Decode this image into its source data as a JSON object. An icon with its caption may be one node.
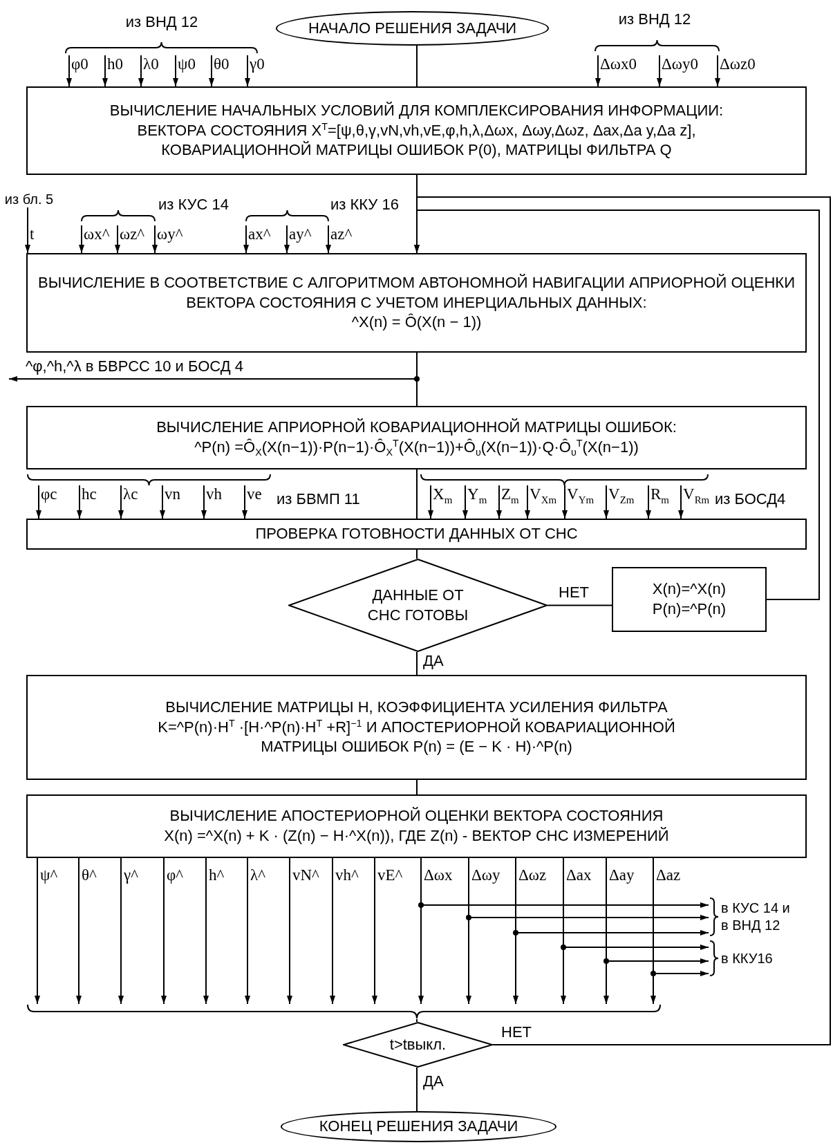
{
  "diagram": {
    "nodes": [
      {
        "text": [
          "НАЧАЛО РЕШЕНИЯ ЗАДАЧИ"
        ]
      },
      {
        "text": [
          "ВЫЧИСЛЕНИЕ НАЧАЛЬНЫХ УСЛОВИЙ ДЛЯ КОМПЛЕКСИРОВАНИЯ ИНФОРМАЦИИ:",
          "ВЕКТОРА СОСТОЯНИЯ X$^{T}$=[ψ,θ,γ,vN,vh,vE,φ,h,λ,Δωx, Δωy,Δωz, Δax,Δa y,Δa z],",
          "КОВАРИАЦИОННОЙ МАТРИЦЫ ОШИБОК P(0), МАТРИЦЫ ФИЛЬТРА Q"
        ]
      },
      {
        "text": [
          "ВЫЧИСЛЕНИЕ В СООТВЕТСТВИЕ С АЛГОРИТМОМ АВТОНОМНОЙ НАВИГАЦИИ АПРИОРНОЙ ОЦЕНКИ ВЕКТОРА СОСТОЯНИЯ С УЧЕТОМ ИНЕРЦИАЛЬНЫХ ДАННЫХ:",
          "^X(n) = Ô(X(n − 1))"
        ]
      },
      {
        "text": [
          "ВЫЧИСЛЕНИЕ АПРИОРНОЙ КОВАРИАЦИОННОЙ МАТРИЦЫ ОШИБОК:",
          "^P(n) =Ô$_{X}$(X(n−1))·P(n−1)·Ô$_{X}$$^{T}$(X(n−1))+Ô$_{υ}$(X(n−1))·Q·Ô$_{υ}$$^{T}$(X(n−1))"
        ]
      },
      {
        "text": [
          "ПРОВЕРКА ГОТОВНОСТИ ДАННЫХ ОТ СНС"
        ]
      },
      {
        "text": [
          "ДАННЫЕ ОТ СНС ГОТОВЫ"
        ]
      },
      {
        "text": [
          "X(n)=^X(n)",
          "P(n)=^P(n)"
        ]
      },
      {
        "text": [
          "ВЫЧИСЛЕНИЕ МАТРИЦЫ H, КОЭФФИЦИЕНТА УСИЛЕНИЯ ФИЛЬТРА",
          "K=^P(n)·H$^{T}$ ·[H·^P(n)·H$^{T}$ +R]$^{−1}$ И АПОСТЕРИОРНОЙ КОВАРИАЦИОННОЙ",
          "МАТРИЦЫ ОШИБОК P(n) = (E − K · H)·^P(n)"
        ]
      },
      {
        "text": [
          "ВЫЧИСЛЕНИЕ АПОСТЕРИОРНОЙ ОЦЕНКИ ВЕКТОРА СОСТОЯНИЯ",
          "X(n) =^X(n) + K · (Z(n) − H·^X(n)), ГДЕ Z(n) - ВЕКТОР СНС ИЗМЕРЕНИЙ"
        ]
      },
      {
        "text": [],
        "shape": "brace"
      },
      {
        "text": [
          "t>tвыкл."
        ]
      },
      {
        "text": [
          "КОНЕЦ РЕШЕНИЯ ЗАДАЧИ"
        ]
      },
      {
        "text": [
          "в КУС 14 и в ВНД 12"
        ]
      },
      {
        "text": [
          "в ККУ16"
        ]
      },
      {
        "text": [
          "из бл. 5"
        ]
      }
    ],
    "edges": [
      {
        "from": 0,
        "to": 1,
        "arrow": "none"
      },
      {
        "from": 1,
        "to": 2,
        "arrow": "none"
      },
      {
        "from": 2,
        "to": 3,
        "arrow": "none"
      },
      {
        "from": 2,
        "to": null,
        "arrow": "to",
        "label": "^φ,^h,^λ  в БВРСС 10 и БОСД 4"
      },
      {
        "from": 3,
        "to": 4,
        "arrow": "none"
      },
      {
        "from": 4,
        "to": 5,
        "arrow": "none"
      },
      {
        "from": 5,
        "to": 6,
        "arrow": "none",
        "label": "НЕТ"
      },
      {
        "from": 6,
        "to": 2,
        "arrow": "to"
      },
      {
        "from": 5,
        "to": 7,
        "arrow": "none",
        "label": "ДА"
      },
      {
        "from": 7,
        "to": 8,
        "arrow": "none"
      },
      {
        "from": 8,
        "to": 9,
        "arrow": "to",
        "label": "ψ^"
      },
      {
        "from": 8,
        "to": 9,
        "arrow": "to",
        "label": "θ^"
      },
      {
        "from": 8,
        "to": 9,
        "arrow": "to",
        "label": "γ^"
      },
      {
        "from": 8,
        "to": 9,
        "arrow": "to",
        "label": "φ^"
      },
      {
        "from": 8,
        "to": 9,
        "arrow": "to",
        "label": "h^"
      },
      {
        "from": 8,
        "to": 9,
        "arrow": "to",
        "label": "λ^"
      },
      {
        "from": 8,
        "to": 9,
        "arrow": "to",
        "label": "vN^"
      },
      {
        "from": 8,
        "to": 9,
        "arrow": "to",
        "label": "vh^"
      },
      {
        "from": 8,
        "to": 9,
        "arrow": "to",
        "label": "vE^"
      },
      {
        "from": 8,
        "to": 9,
        "arrow": "to",
        "label": "Δωx"
      },
      {
        "from": 8,
        "to": 9,
        "arrow": "to",
        "label": "Δωy"
      },
      {
        "from": 8,
        "to": 9,
        "arrow": "to",
        "label": "Δωz"
      },
      {
        "from": 8,
        "to": 9,
        "arrow": "to",
        "label": "Δax"
      },
      {
        "from": 8,
        "to": 9,
        "arrow": "to",
        "label": "Δay"
      },
      {
        "from": 8,
        "to": 9,
        "arrow": "to",
        "label": "Δaz"
      },
      {
        "from": 9,
        "to": 10,
        "arrow": "none"
      },
      {
        "from": 10,
        "to": 2,
        "arrow": "to",
        "label": "НЕТ"
      },
      {
        "from": 10,
        "to": 11,
        "arrow": "none",
        "label": "ДА"
      },
      {
        "from": 8,
        "to": 12,
        "arrow": "to"
      },
      {
        "from": 8,
        "to": 12,
        "arrow": "to"
      },
      {
        "from": 8,
        "to": 12,
        "arrow": "to"
      },
      {
        "from": 8,
        "to": 13,
        "arrow": "to"
      },
      {
        "from": 8,
        "to": 13,
        "arrow": "to"
      },
      {
        "from": 8,
        "to": 13,
        "arrow": "to"
      },
      {
        "from": null,
        "to": 1,
        "arrow": "to",
        "label": "φ0"
      },
      {
        "from": null,
        "to": 1,
        "arrow": "to",
        "label": "h0"
      },
      {
        "from": null,
        "to": 1,
        "arrow": "to",
        "label": "λ0"
      },
      {
        "from": null,
        "to": 1,
        "arrow": "to",
        "label": "ψ0"
      },
      {
        "from": null,
        "to": 1,
        "arrow": "to",
        "label": "θ0"
      },
      {
        "from": null,
        "to": 1,
        "arrow": "to",
        "label": "γ0"
      },
      {
        "from": null,
        "to": 1,
        "arrow": "to",
        "label": "Δωx0"
      },
      {
        "from": null,
        "to": 1,
        "arrow": "to",
        "label": "Δωy0"
      },
      {
        "from": null,
        "to": 1,
        "arrow": "to",
        "label": "Δωz0"
      },
      {
        "from": 14,
        "to": 2,
        "arrow": "to",
        "label": "t"
      },
      {
        "from": null,
        "to": 2,
        "arrow": "to",
        "label": "ωx^"
      },
      {
        "from": null,
        "to": 2,
        "arrow": "to",
        "label": "ωz^"
      },
      {
        "from": null,
        "to": 2,
        "arrow": "to",
        "label": "ωy^"
      },
      {
        "from": null,
        "to": 2,
        "arrow": "to",
        "label": "ax^"
      },
      {
        "from": null,
        "to": 2,
        "arrow": "to",
        "label": "ay^"
      },
      {
        "from": null,
        "to": 2,
        "arrow": "to",
        "label": "az^"
      },
      {
        "from": null,
        "to": 4,
        "arrow": "to",
        "label": "φc"
      },
      {
        "from": null,
        "to": 4,
        "arrow": "to",
        "label": "hc"
      },
      {
        "from": null,
        "to": 4,
        "arrow": "to",
        "label": "λc"
      },
      {
        "from": null,
        "to": 4,
        "arrow": "to",
        "label": "vn"
      },
      {
        "from": null,
        "to": 4,
        "arrow": "to",
        "label": "vh"
      },
      {
        "from": null,
        "to": 4,
        "arrow": "to",
        "label": "ve"
      },
      {
        "from": null,
        "to": 4,
        "arrow": "to",
        "label": "X$_{m}$"
      },
      {
        "from": null,
        "to": 4,
        "arrow": "to",
        "label": "Y$_{m}$"
      },
      {
        "from": null,
        "to": 4,
        "arrow": "to",
        "label": "Z$_{m}$"
      },
      {
        "from": null,
        "to": 4,
        "arrow": "to",
        "label": "V$_{Xm}$"
      },
      {
        "from": null,
        "to": 4,
        "arrow": "to",
        "label": "V$_{Ym}$"
      },
      {
        "from": null,
        "to": 4,
        "arrow": "to",
        "label": "V$_{Zm}$"
      },
      {
        "from": null,
        "to": 4,
        "arrow": "to",
        "label": "R$_{m}$"
      },
      {
        "from": null,
        "to": 4,
        "arrow": "to",
        "label": "V$_{Rm}$"
      }
    ],
    "labels": [
      "из ВНД 12",
      "из ВНД 12",
      "из КУС 14",
      "из ККУ 16",
      "из БВМП 11",
      "из БОСД4"
    ]
  }
}
